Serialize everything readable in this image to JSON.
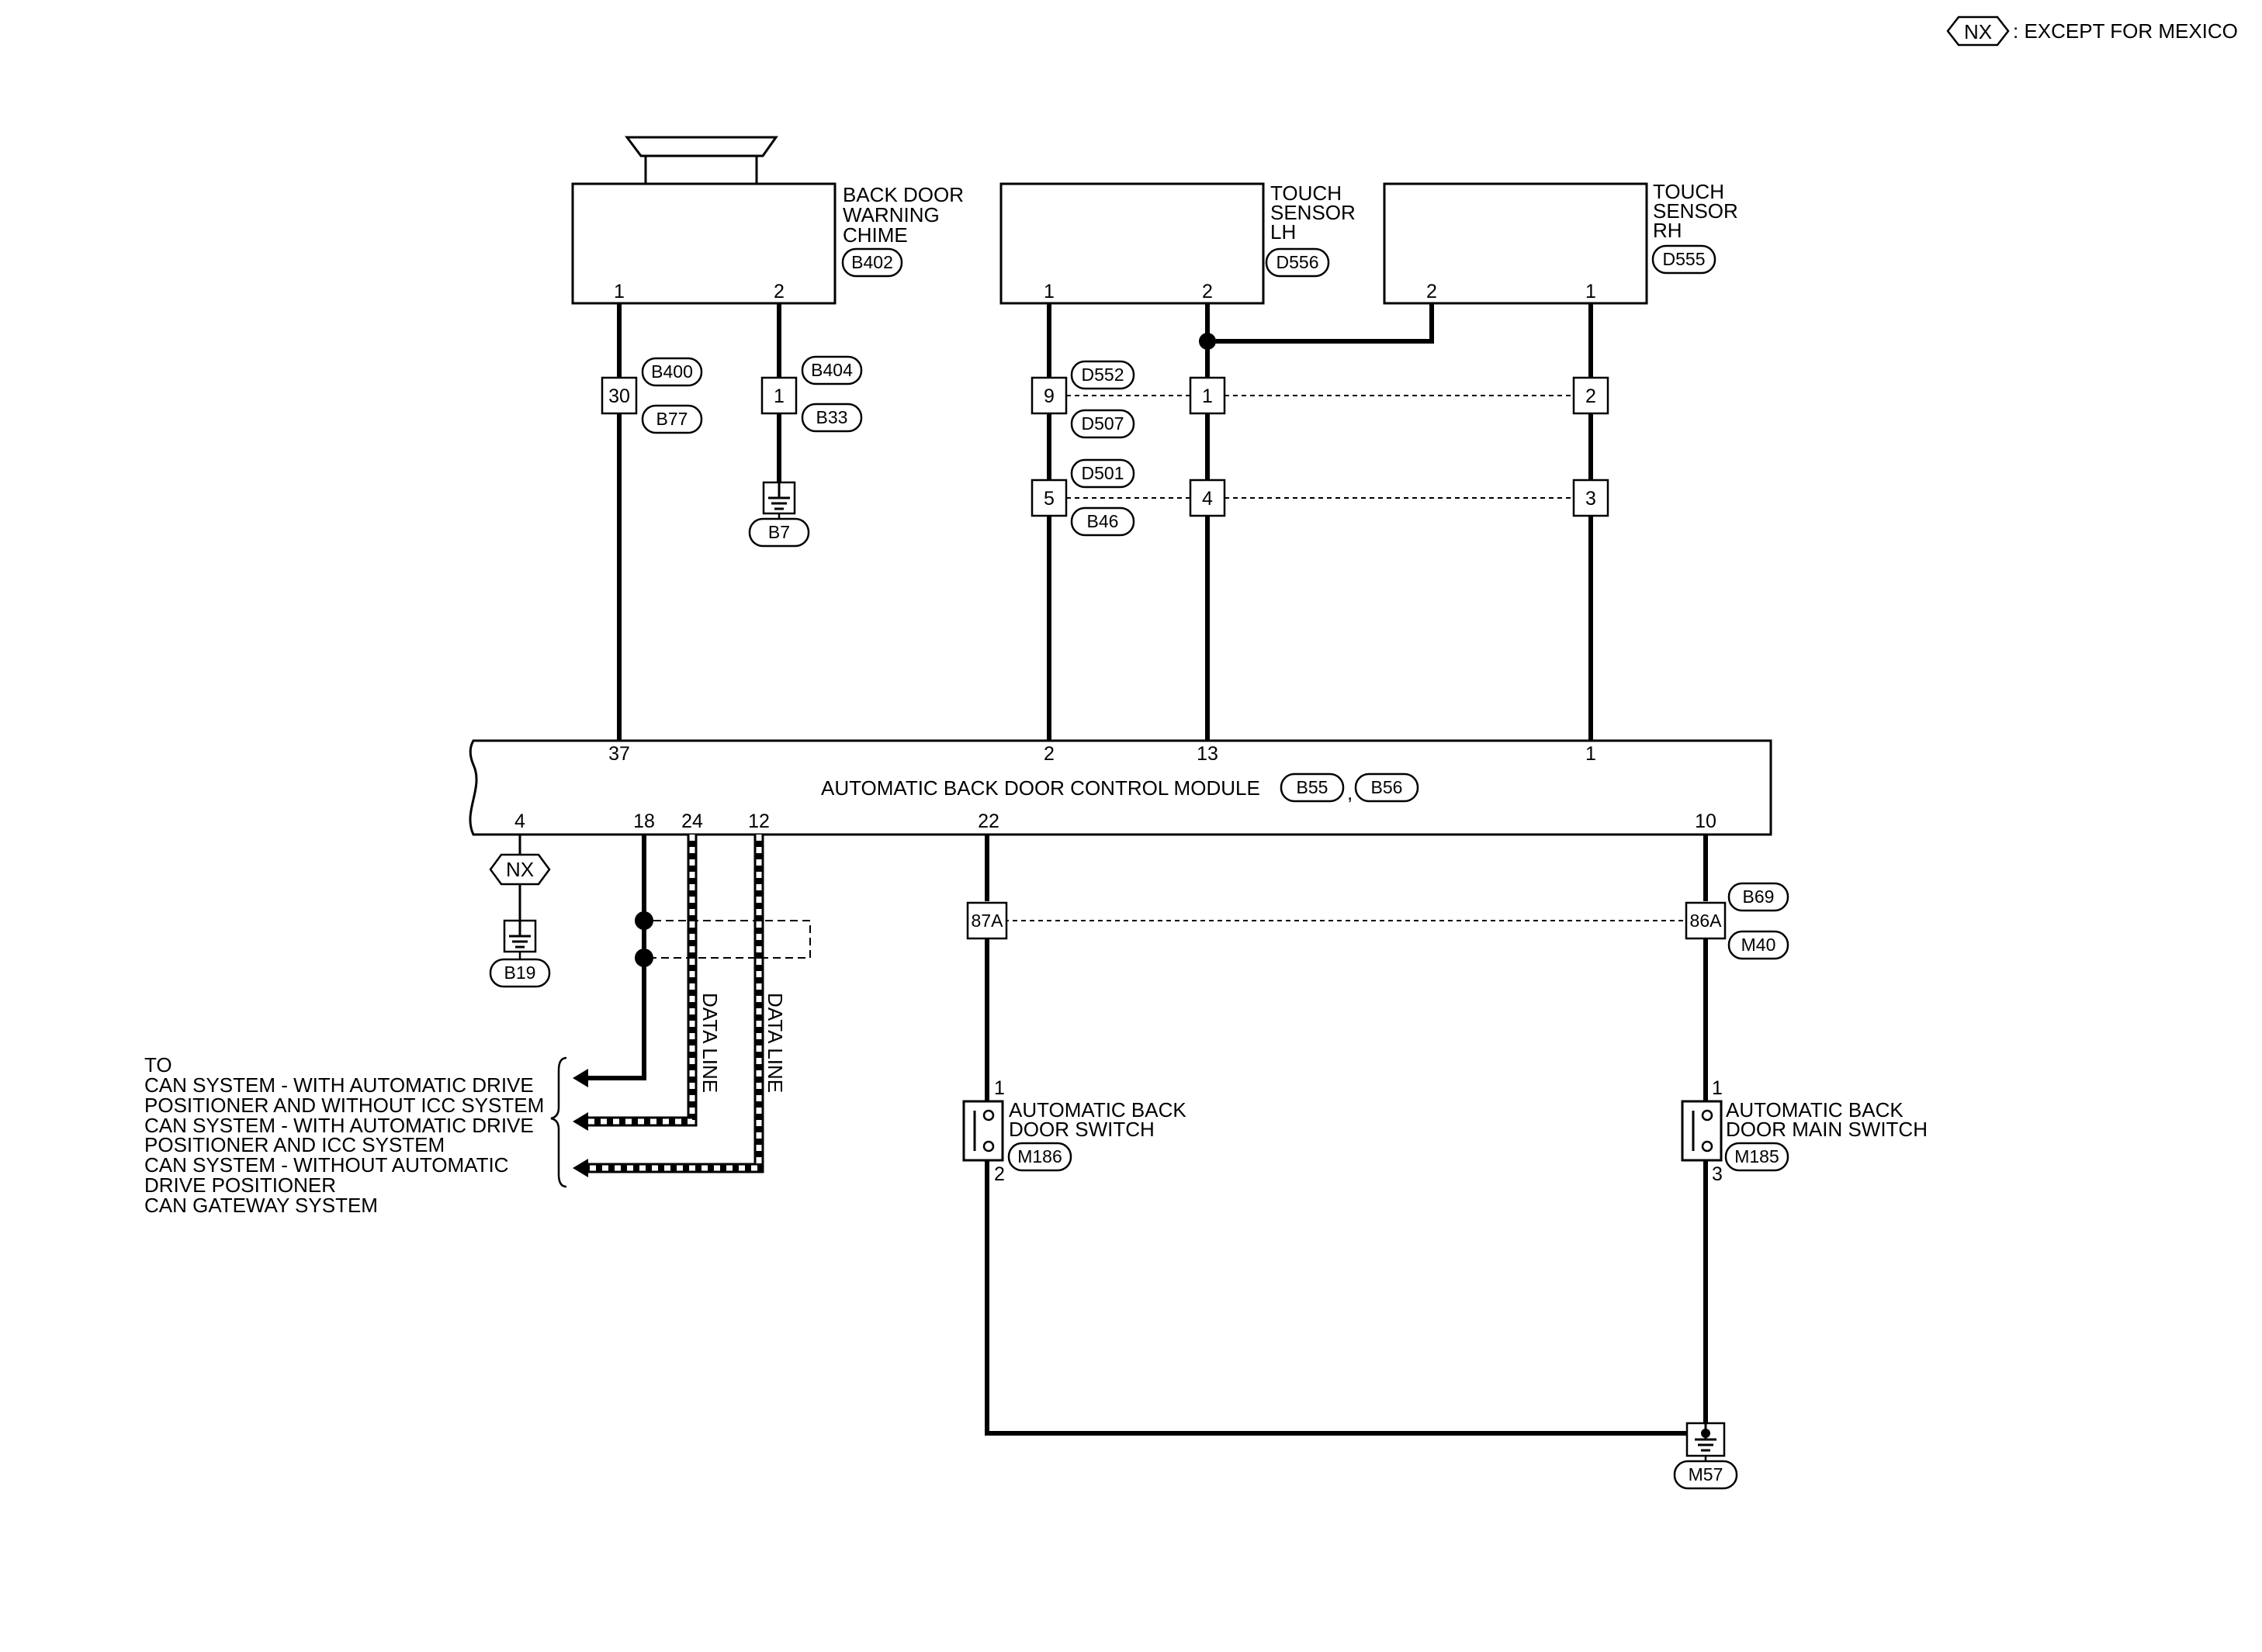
{
  "legend": {
    "code": "NX",
    "text": ": EXCEPT FOR MEXICO"
  },
  "chime": {
    "label": [
      "BACK DOOR",
      "WARNING",
      "CHIME"
    ],
    "connector": "B402",
    "pins": [
      "1",
      "2"
    ]
  },
  "touch_lh": {
    "label": [
      "TOUCH",
      "SENSOR",
      "LH"
    ],
    "connector": "D556",
    "pins": [
      "1",
      "2"
    ]
  },
  "touch_rh": {
    "label": [
      "TOUCH",
      "SENSOR",
      "RH"
    ],
    "connector": "D555",
    "pins": [
      "2",
      "1"
    ]
  },
  "junctions": {
    "b400": "B400",
    "b77": "B77",
    "b404": "B404",
    "b33": "B33",
    "d552": "D552",
    "d507": "D507",
    "d501": "D501",
    "b46": "B46",
    "b69": "B69",
    "m40": "M40"
  },
  "junction_pins": {
    "p30": "30",
    "p1_b404": "1",
    "p9": "9",
    "p1_lh": "1",
    "p2_rh": "2",
    "p5": "5",
    "p4": "4",
    "p3": "3",
    "p87a": "87A",
    "p86a": "86A"
  },
  "grounds": {
    "b7": "B7",
    "b19": "B19",
    "m57": "M57"
  },
  "module": {
    "label": "AUTOMATIC BACK DOOR CONTROL MODULE",
    "connectors": [
      "B55",
      "B56"
    ],
    "separator": ",",
    "top_pins": [
      "37",
      "2",
      "13",
      "1"
    ],
    "bottom_pins": [
      "4",
      "18",
      "24",
      "12",
      "22",
      "10"
    ]
  },
  "nx_marker": "NX",
  "data_line_label": "DATA LINE",
  "can_text": [
    "TO",
    "CAN SYSTEM - WITH AUTOMATIC DRIVE",
    "POSITIONER AND WITHOUT ICC SYSTEM",
    "CAN SYSTEM - WITH AUTOMATIC DRIVE",
    "POSITIONER AND ICC SYSTEM",
    "CAN SYSTEM - WITHOUT AUTOMATIC",
    "DRIVE POSITIONER",
    "CAN GATEWAY SYSTEM"
  ],
  "switch_left": {
    "label": [
      "AUTOMATIC BACK",
      "DOOR SWITCH"
    ],
    "connector": "M186",
    "pins": [
      "1",
      "2"
    ]
  },
  "switch_right": {
    "label": [
      "AUTOMATIC BACK",
      "DOOR MAIN SWITCH"
    ],
    "connector": "M185",
    "pins": [
      "1",
      "3"
    ]
  }
}
